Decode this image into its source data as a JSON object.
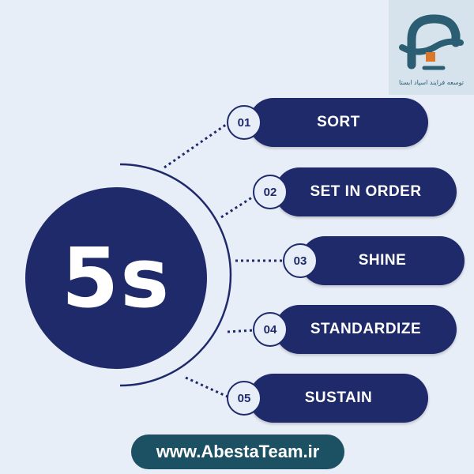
{
  "logo": {
    "caption": "توسعه فرایند اسپاد ابستا"
  },
  "center": {
    "label": "5s"
  },
  "steps": [
    {
      "number": "01",
      "label": "SORT"
    },
    {
      "number": "02",
      "label": "SET IN ORDER"
    },
    {
      "number": "03",
      "label": "SHINE"
    },
    {
      "number": "04",
      "label": "STANDARDIZE"
    },
    {
      "number": "05",
      "label": "SUSTAIN"
    }
  ],
  "footer": {
    "url": "www.AbestaTeam.ir"
  },
  "colors": {
    "navy": "#1f2a6b",
    "teal": "#1c5163",
    "background": "#e8eef8",
    "logo_accent": "#d9772b"
  }
}
